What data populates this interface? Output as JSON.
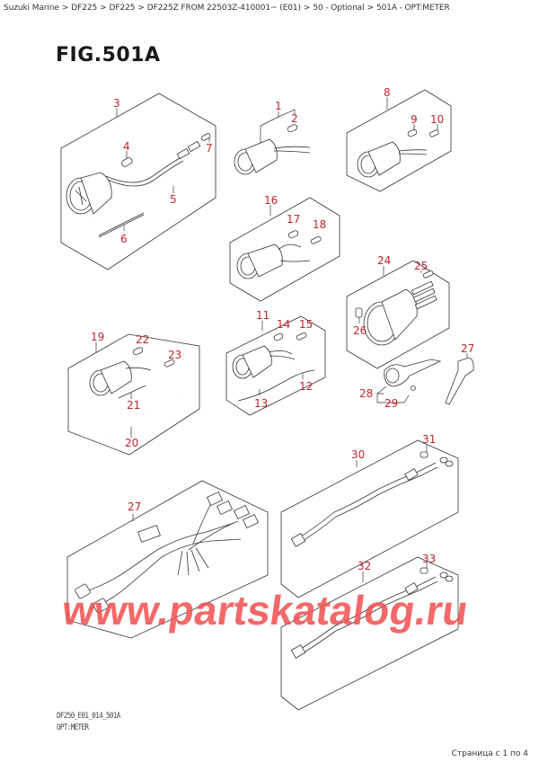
{
  "breadcrumb": {
    "items": [
      "Suzuki Marine",
      "DF225",
      "DF225",
      "DF225Z FROM 22503Z-410001~ (E01)",
      "50 - Optional",
      "501A - OPT:METER"
    ],
    "separator": ">"
  },
  "figure": {
    "title": "FIG.501A",
    "code": "DF250_E01_014_501A",
    "description": "OPT:METER"
  },
  "callouts": {
    "c1": "1",
    "c2": "2",
    "c3": "3",
    "c4": "4",
    "c5": "5",
    "c6": "6",
    "c7": "7",
    "c8": "8",
    "c9": "9",
    "c10": "10",
    "c11": "11",
    "c12": "12",
    "c13": "13",
    "c14": "14",
    "c15": "15",
    "c16": "16",
    "c17": "17",
    "c18": "18",
    "c19": "19",
    "c20": "20",
    "c21": "21",
    "c22": "22",
    "c23": "23",
    "c24": "24",
    "c25": "25",
    "c26": "26",
    "c27a": "27",
    "c27b": "27",
    "c28": "28",
    "c29": "29",
    "c30": "30",
    "c31": "31",
    "c32": "32",
    "c33": "33"
  },
  "watermark": "www.partskatalog.ru",
  "pagination": "Страница с 1 по 4",
  "colors": {
    "callout": "#c0262c",
    "watermark": "#f05050",
    "line": "#333333"
  }
}
